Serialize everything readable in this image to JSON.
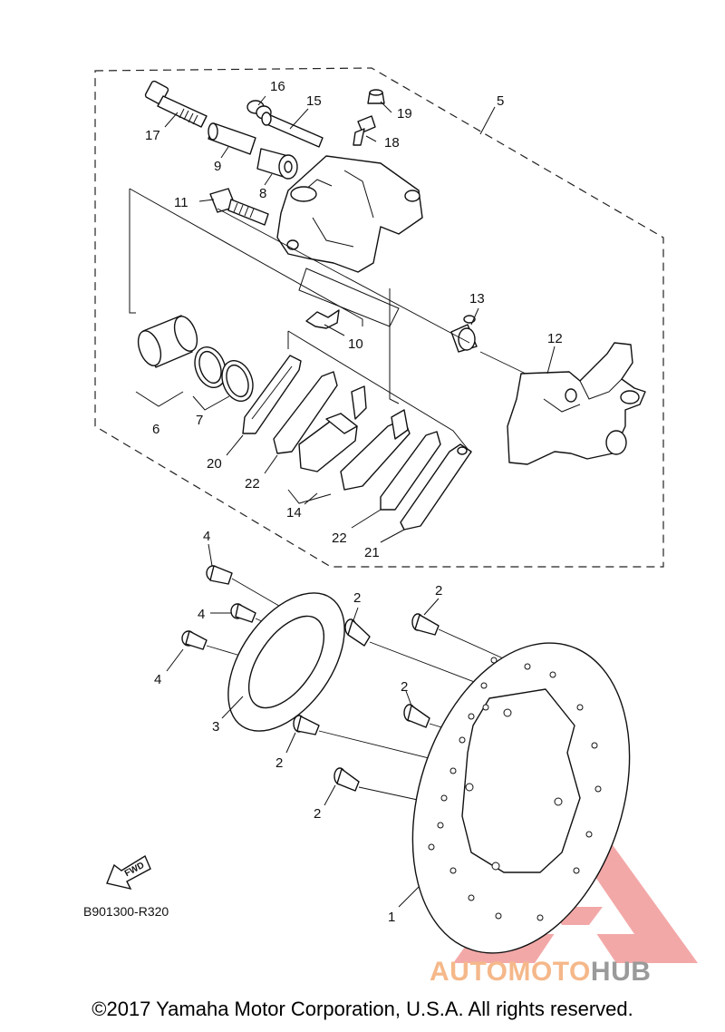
{
  "diagram_code": "B901300-R320",
  "fwd_label": "FWD",
  "copyright": "©2017 Yamaha Motor Corporation, U.S.A. All rights reserved.",
  "watermark": {
    "part_a": "AUTOMOTO",
    "part_b": "HUB",
    "color_a": "#f5b88a",
    "color_b": "#9a9a9a",
    "logo_color": "#f08c8c"
  },
  "callouts": {
    "p1": "1",
    "p2a": "2",
    "p2b": "2",
    "p2c": "2",
    "p2d": "2",
    "p2e": "2",
    "p3": "3",
    "p4a": "4",
    "p4b": "4",
    "p4c": "4",
    "p5": "5",
    "p6": "6",
    "p7": "7",
    "p8": "8",
    "p9": "9",
    "p10": "10",
    "p11": "11",
    "p12": "12",
    "p13": "13",
    "p14": "14",
    "p15": "15",
    "p16": "16",
    "p17": "17",
    "p18": "18",
    "p19": "19",
    "p20": "20",
    "p21": "21",
    "p22a": "22",
    "p22b": "22"
  }
}
